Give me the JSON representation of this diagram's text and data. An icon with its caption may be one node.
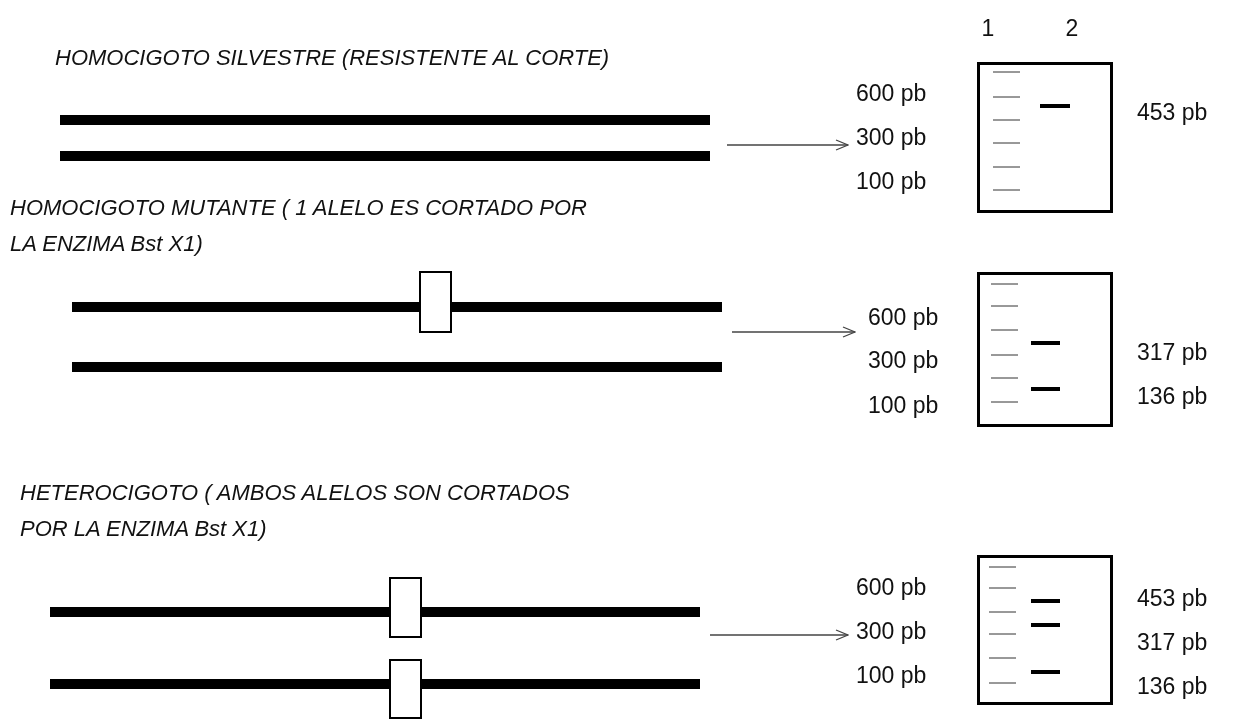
{
  "diagram": {
    "nodes": [
      {
        "text": [
          "HOMOCIGOTO SILVESTRE (RESISTENTE AL CORTE)"
        ]
      },
      {
        "text": [],
        "shape": "box",
        "beside": [
          "600 pb",
          "300 pb",
          "100 pb",
          "453 pb"
        ]
      },
      {
        "text": [
          "HOMOCIGOTO MUTANTE ( 1 ALELO ES CORTADO POR LA ENZIMA Bst X1)"
        ]
      },
      {
        "text": [],
        "shape": "box",
        "beside": [
          "600 pb",
          "300 pb",
          "100 pb",
          "317 pb",
          "136 pb"
        ]
      },
      {
        "text": [
          "HETEROCIGOTO ( AMBOS ALELOS SON CORTADOS POR LA ENZIMA Bst X1)"
        ]
      },
      {
        "text": [],
        "shape": "box",
        "beside": [
          "600 pb",
          "300 pb",
          "100 pb",
          "453 pb",
          "317 pb",
          "136 pb"
        ]
      }
    ],
    "edges": [
      {
        "from": 0,
        "to": 1,
        "arrow": "to"
      },
      {
        "from": 2,
        "to": 3,
        "arrow": "to"
      },
      {
        "from": 4,
        "to": 5,
        "arrow": "to"
      }
    ],
    "labels": [
      "1",
      "2"
    ]
  }
}
